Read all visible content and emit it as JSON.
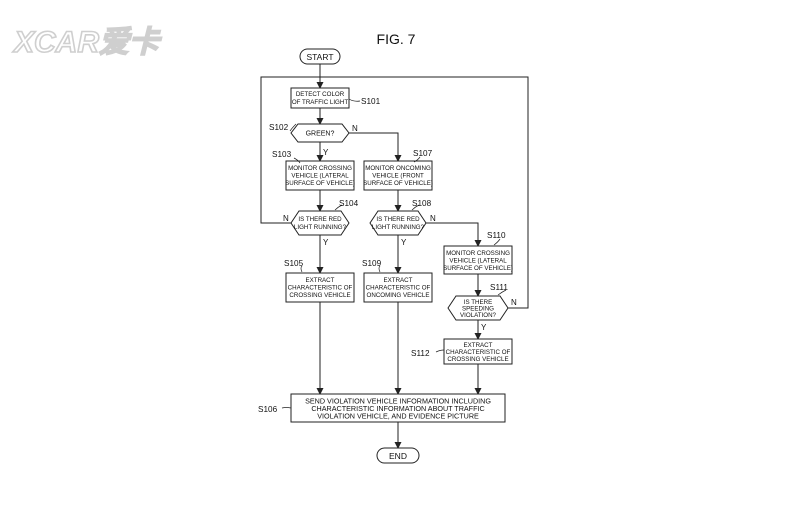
{
  "figure": {
    "title": "FIG. 7"
  },
  "watermark": {
    "text": "XCAR爱卡"
  },
  "terminals": {
    "start": "START",
    "end": "END"
  },
  "yes_no": {
    "yes": "Y",
    "no": "N"
  },
  "steps": {
    "s101": {
      "id": "S101",
      "lines": [
        "DETECT COLOR",
        "OF TRAFFIC LIGHT"
      ]
    },
    "s102": {
      "id": "S102",
      "lines": [
        "GREEN?"
      ]
    },
    "s103": {
      "id": "S103",
      "lines": [
        "MONITOR CROSSING",
        "VEHICLE (LATERAL",
        "SURFACE OF VEHICLE)"
      ]
    },
    "s107": {
      "id": "S107",
      "lines": [
        "MONITOR ONCOMING",
        "VEHICLE (FRONT",
        "SURFACE OF VEHICLE)"
      ]
    },
    "s104": {
      "id": "S104",
      "lines": [
        "IS THERE RED",
        "LIGHT RUNNING?"
      ]
    },
    "s108": {
      "id": "S108",
      "lines": [
        "IS THERE RED",
        "LIGHT RUNNING?"
      ]
    },
    "s110": {
      "id": "S110",
      "lines": [
        "MONITOR CROSSING",
        "VEHICLE (LATERAL",
        "SURFACE OF VEHICLE)"
      ]
    },
    "s111": {
      "id": "S111",
      "lines": [
        "IS THERE",
        "SPEEDING",
        "VIOLATION?"
      ]
    },
    "s105": {
      "id": "S105",
      "lines": [
        "EXTRACT",
        "CHARACTERISTIC OF",
        "CROSSING VEHICLE"
      ]
    },
    "s109": {
      "id": "S109",
      "lines": [
        "EXTRACT",
        "CHARACTERISTIC OF",
        "ONCOMING VEHICLE"
      ]
    },
    "s112": {
      "id": "S112",
      "lines": [
        "EXTRACT",
        "CHARACTERISTIC OF",
        "CROSSING VEHICLE"
      ]
    },
    "s106": {
      "id": "S106",
      "lines": [
        "SEND VIOLATION VEHICLE INFORMATION INCLUDING",
        "CHARACTERISTIC INFORMATION ABOUT TRAFFIC",
        "VIOLATION VEHICLE, AND EVIDENCE PICTURE"
      ]
    }
  }
}
